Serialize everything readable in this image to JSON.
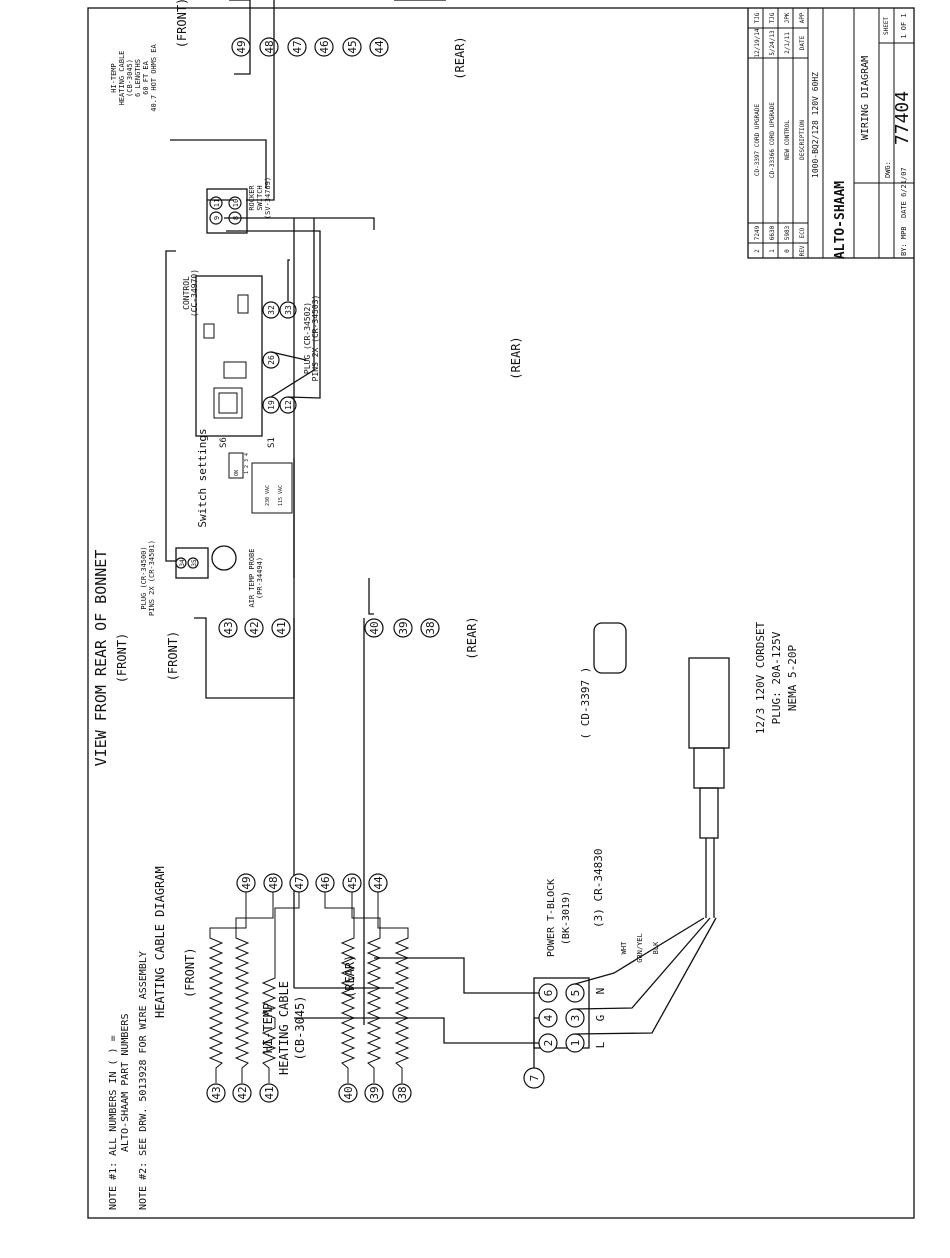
{
  "view": {
    "title": "VIEW FROM REAR OF BONNET",
    "front": "(FRONT)",
    "rear": "(REAR)"
  },
  "hi_temp_note": {
    "line1": "HI-TEMP",
    "line2": "HEATING CABLE",
    "line3": "(CB-3045)",
    "line4": "6 LENGTHS",
    "line5": "60 FT EA",
    "line6": "40.7 HOT OHMS EA"
  },
  "terminals_top": [
    "49",
    "48",
    "47",
    "46",
    "45",
    "44"
  ],
  "terminals_mid_front": [
    "43",
    "42",
    "41"
  ],
  "terminals_mid_rear": [
    "40",
    "39",
    "38"
  ],
  "rocker_switch": {
    "label1": "ROCKER",
    "label2": "SWITCH",
    "part": "(SV-34769)",
    "pins": [
      "9",
      "11",
      "8",
      "10"
    ]
  },
  "control": {
    "label": "CONTROL",
    "part": "(CC-34970)",
    "pins": [
      "32",
      "33",
      "26",
      "12",
      "19"
    ]
  },
  "plug_control": {
    "line1": "PLUG (CR-34502)",
    "line2": "PINS 2X (CR-34503)"
  },
  "switch_settings": {
    "title": "Switch settings",
    "s6": "S6",
    "s1": "S1",
    "v230": "230 VAC",
    "v115": "115 VAC",
    "on": "ON",
    "dip": "1 2 3 4"
  },
  "plug_probe": {
    "line1": "PLUG (CR-34500)",
    "line2": "PINS 2X (CR-34501)",
    "pins": [
      "34",
      "35"
    ]
  },
  "probe": {
    "line1": "AIR TEMP PROBE",
    "line2": "(PR-34494)"
  },
  "cordset": {
    "part": "( CD-3397 )",
    "line1": "12/3 120V CORDSET",
    "line2": "PLUG: 20A-125V",
    "line3": "NEMA 5-20P"
  },
  "power_block": {
    "line1": "POWER T-BLOCK",
    "line2": "(BK-3019)",
    "crimp": "(3) CR-34830",
    "pins": [
      "6",
      "4",
      "2",
      "5",
      "3",
      "1"
    ],
    "side": [
      "N",
      "G",
      "L"
    ],
    "ground": "7",
    "wires": [
      "WHT",
      "GRN/YEL",
      "BLK"
    ]
  },
  "heating_diagram": {
    "title": "HEATING CABLE DIAGRAM",
    "front": "(FRONT)",
    "rear": "(REAR)",
    "cable1": "HI-TEMP",
    "cable2": "HEATING CABLE",
    "cable3": "(CB-3045)",
    "right": [
      "49",
      "48",
      "47",
      "46",
      "45",
      "44"
    ],
    "left": [
      "43",
      "42",
      "41",
      "40",
      "39",
      "38"
    ]
  },
  "notes": {
    "n1a": "NOTE  #1: ALL NUMBERS IN ( ) =",
    "n1b": "ALTO-SHAAM PART NUMBERS",
    "n2": "NOTE  #2: SEE DRW. 5013928 FOR WIRE ASSEMBLY"
  },
  "title_block": {
    "revisions": [
      {
        "rev": "2",
        "eco": "7249",
        "desc": "CD-3397 CORD UPGRADE",
        "date": "12/19/14",
        "app": "TJG"
      },
      {
        "rev": "1",
        "eco": "6630",
        "desc": "CD-33366 CORD UPGRADE",
        "date": "5/24/13",
        "app": "TJG"
      },
      {
        "rev": "0",
        "eco": "5983",
        "desc": "NEW CONTROL",
        "date": "2/1/11",
        "app": "JPK"
      }
    ],
    "headers": [
      "REV",
      "ECO",
      "DESCRIPTION",
      "DATE",
      "APP"
    ],
    "company": "ALTO-SHAAM",
    "model": "1000-BQ2/128  120V  60HZ",
    "doc_title": "WIRING DIAGRAM",
    "by": "BY: MPB",
    "date": "DATE 6/21/07",
    "dwg_label": "DWG:",
    "dwg": "77404",
    "sheet_label": "SHEET",
    "sheet": "1 OF 1"
  }
}
